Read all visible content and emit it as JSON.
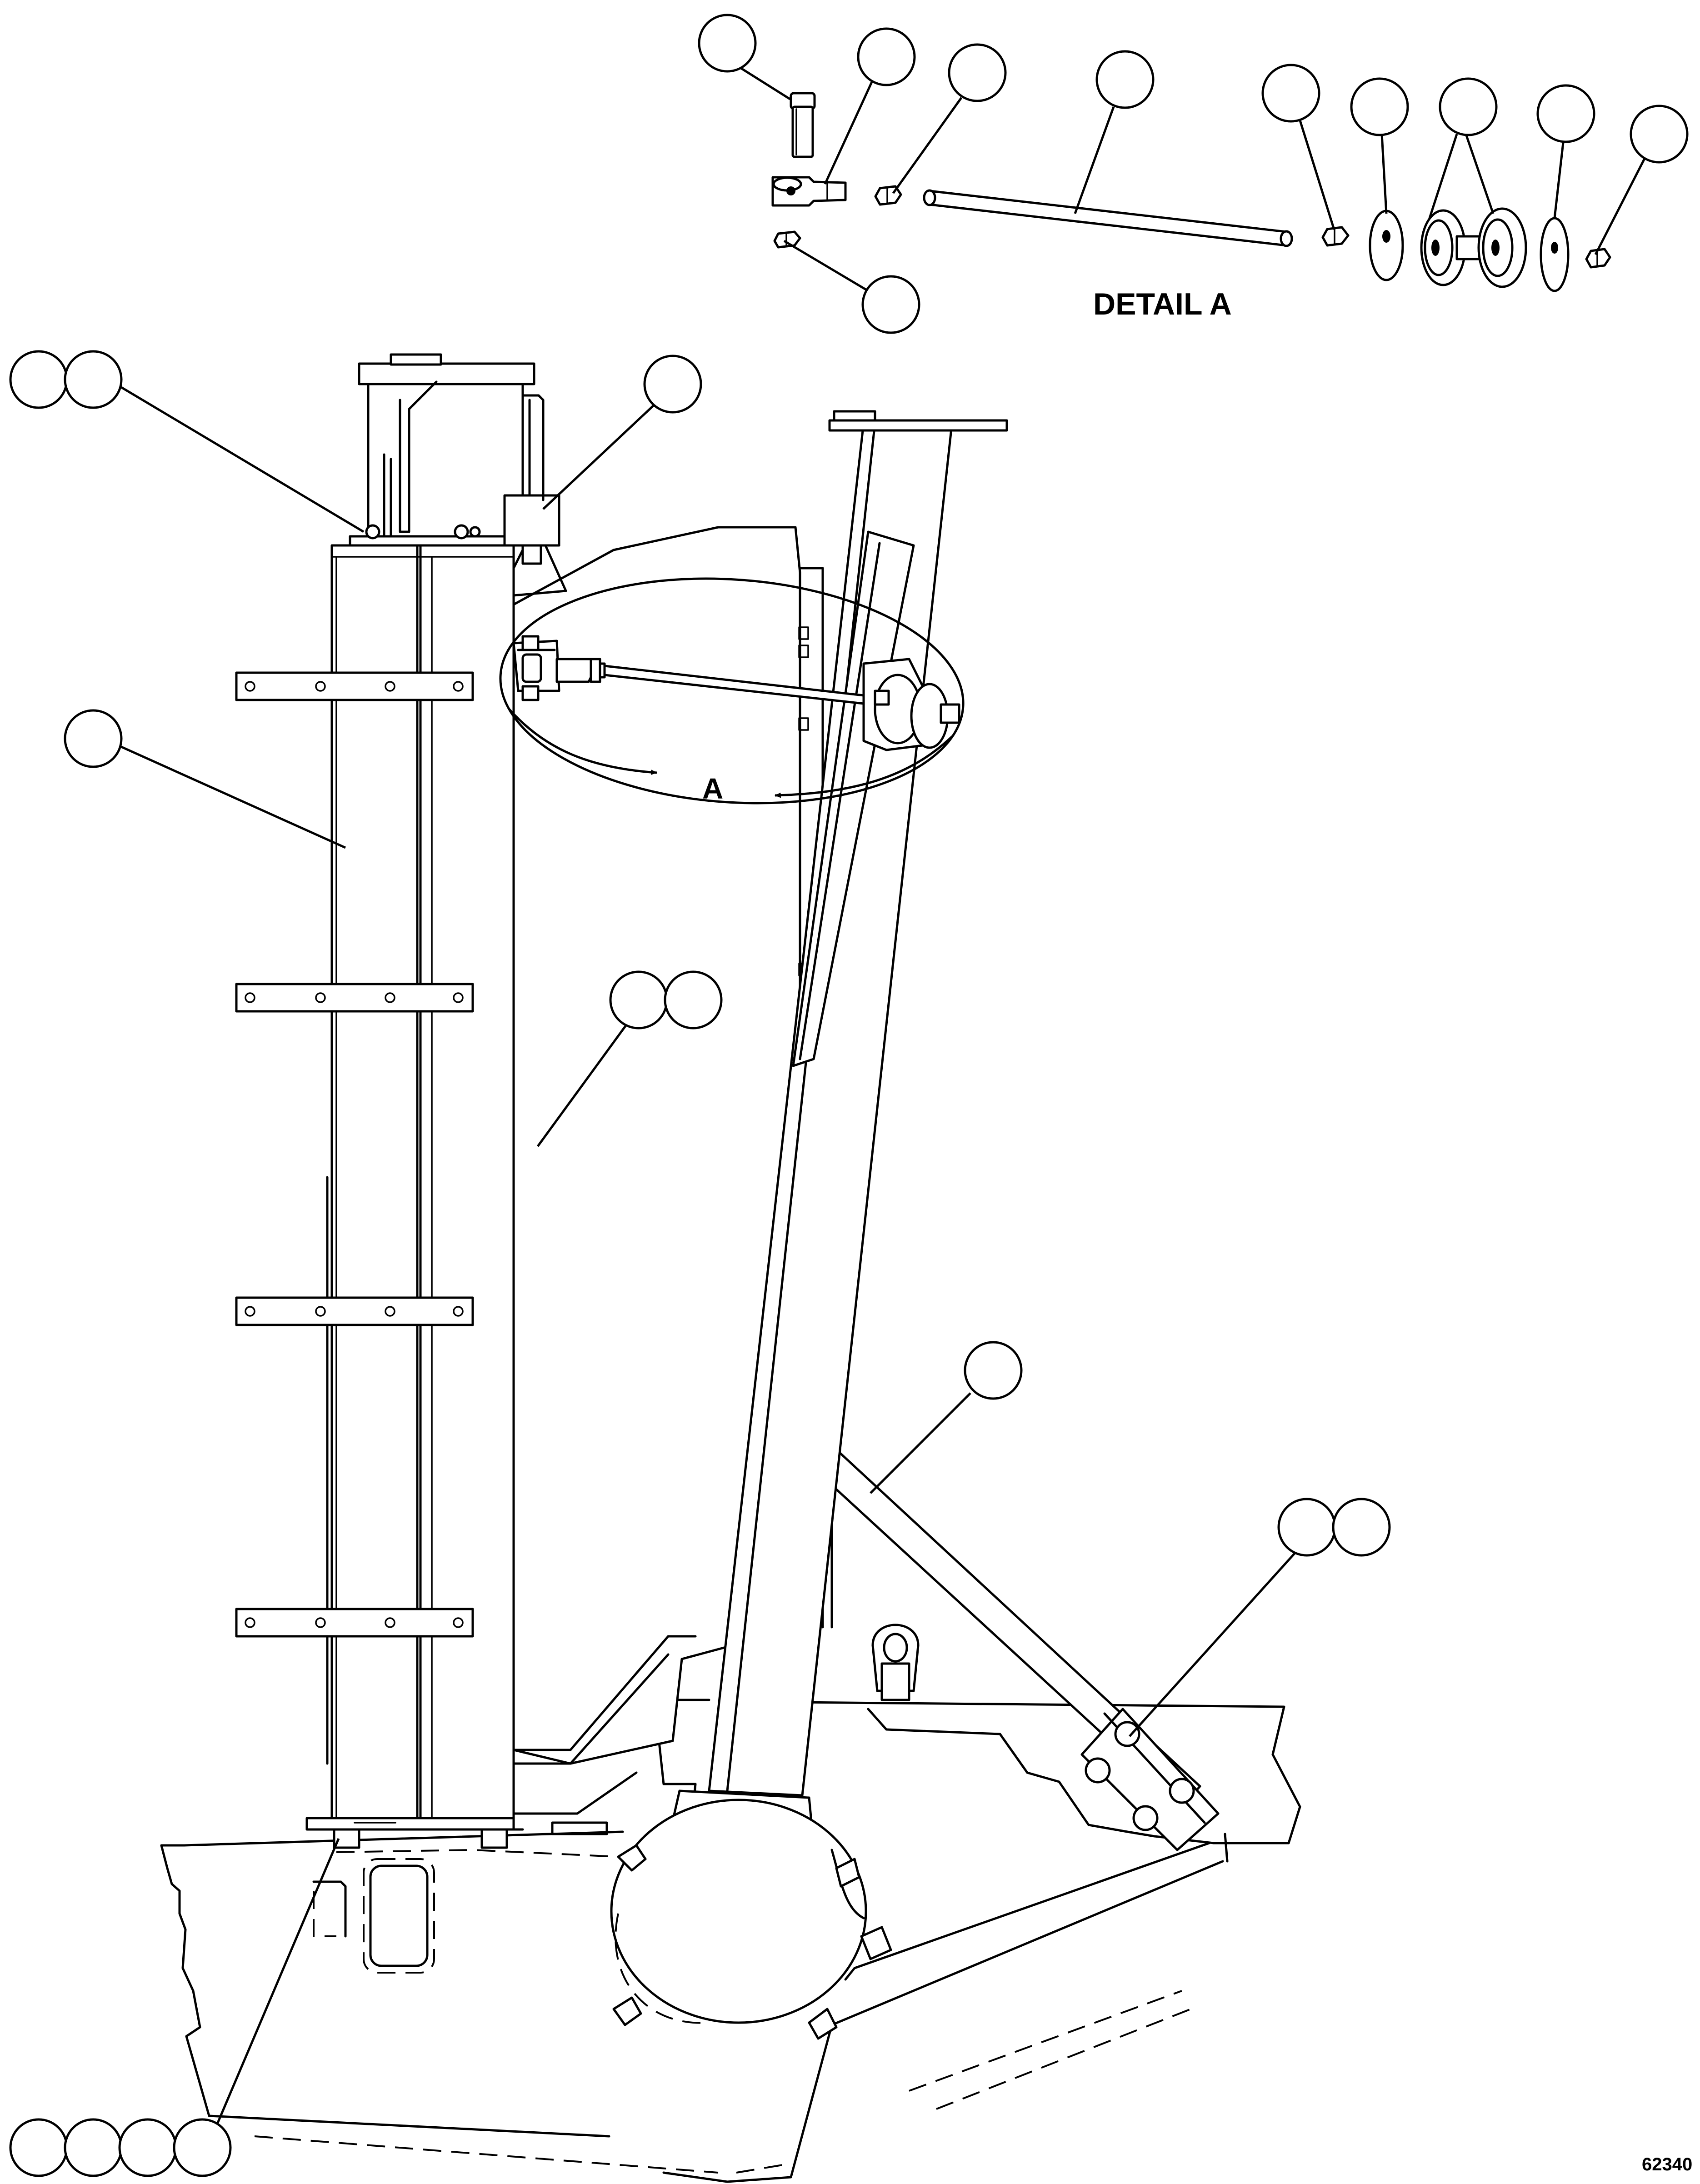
{
  "detail_title": "DETAIL A",
  "view_label": "A",
  "drawing_number": "62340",
  "callout_bubble_count": 23
}
